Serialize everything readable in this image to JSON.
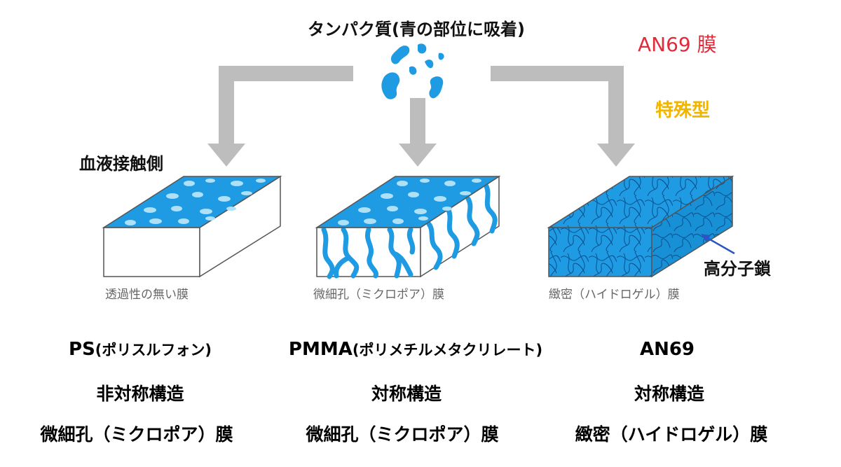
{
  "top_title": "タンパク質(青の部位に吸着)",
  "blood_side": "血液接触側",
  "polymer_chain": "高分子鎖",
  "an69_title": "AN69 膜",
  "special_type": "特殊型",
  "colors": {
    "accent_red": "#e02b3a",
    "accent_yellow": "#f1b500",
    "membrane_blue": "#1e9be2",
    "arrow_gray": "#bdbdbd"
  },
  "blocks": [
    {
      "caption": "透過性の無い膜"
    },
    {
      "caption": "微細孔（ミクロポア）膜"
    },
    {
      "caption": "緻密（ハイドロゲル）膜"
    }
  ],
  "columns": [
    {
      "name": "PS",
      "name_sub": "(ポリスルフォン)",
      "structure": "非対称構造",
      "membrane": "微細孔（ミクロポア）膜"
    },
    {
      "name": "PMMA",
      "name_sub": "(ポリメチルメタクリレート)",
      "structure": "対称構造",
      "membrane": "微細孔（ミクロポア）膜"
    },
    {
      "name": "AN69",
      "name_sub": "",
      "structure": "対称構造",
      "membrane": "緻密（ハイドロゲル）膜"
    }
  ]
}
